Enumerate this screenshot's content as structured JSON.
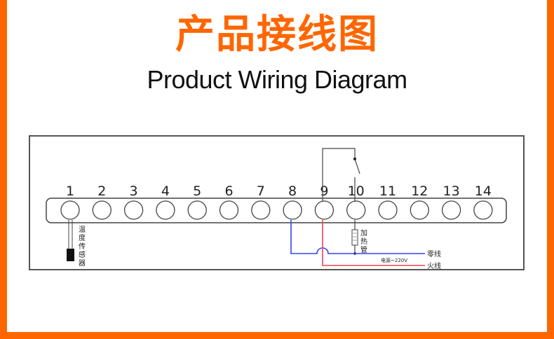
{
  "header": {
    "title_cn": "产品接线图",
    "title_en": "Product Wiring Diagram"
  },
  "colors": {
    "accent": "#ff6600",
    "neutral_wire": "#3344ee",
    "live_wire": "#ee4455",
    "line": "#555555"
  },
  "diagram": {
    "terminals": [
      "1",
      "2",
      "3",
      "4",
      "5",
      "6",
      "7",
      "8",
      "9",
      "10",
      "11",
      "12",
      "13",
      "14"
    ],
    "sensor_label": "温度传感器",
    "heater_label": "加热管",
    "neutral_label": "零线",
    "live_label": "火线",
    "power_label": "电源~220V"
  }
}
